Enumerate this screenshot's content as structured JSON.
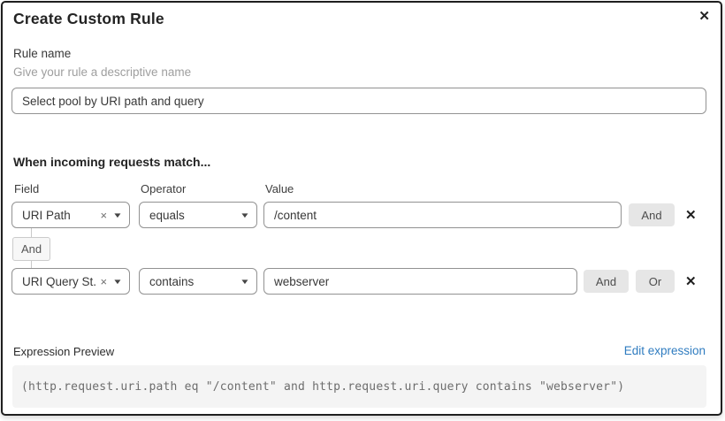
{
  "dialog": {
    "title": "Create Custom Rule",
    "close_icon": "✕"
  },
  "rule_name": {
    "label": "Rule name",
    "hint": "Give your rule a descriptive name",
    "value": "Select pool by URI path and query"
  },
  "match": {
    "heading": "When incoming requests match...",
    "columns": {
      "field": "Field",
      "operator": "Operator",
      "value": "Value"
    },
    "rows": [
      {
        "field": "URI Path",
        "operator": "equals",
        "value": "/content",
        "and_label": "And"
      },
      {
        "field": "URI Query St...",
        "operator": "contains",
        "value": "webserver",
        "and_label": "And",
        "or_label": "Or"
      }
    ],
    "connector_label": "And",
    "clear_icon": "×",
    "caret_icon": "▼",
    "remove_icon": "✕"
  },
  "expression": {
    "label": "Expression Preview",
    "edit_link": "Edit expression",
    "code": "(http.request.uri.path eq \"/content\" and http.request.uri.query contains \"webserver\")"
  },
  "colors": {
    "link_blue": "#2f7cc0",
    "button_gray": "#e6e6e6",
    "code_background": "#f4f4f4",
    "border_gray": "#929292"
  }
}
